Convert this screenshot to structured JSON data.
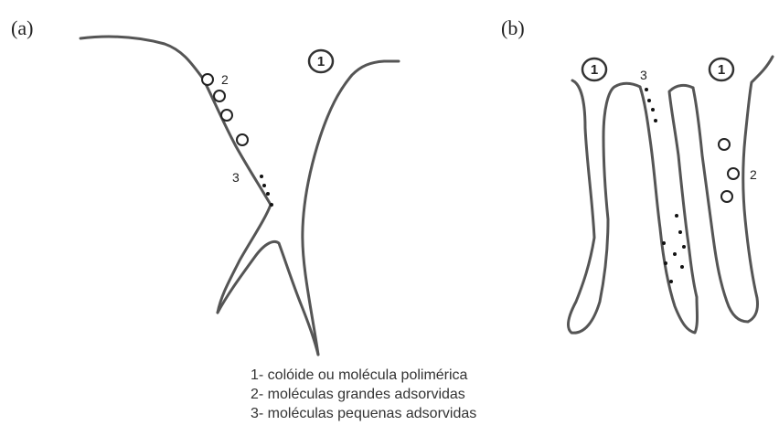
{
  "panels": {
    "a_label": "(a)",
    "b_label": "(b)"
  },
  "markers": {
    "one": "1",
    "two": "2",
    "three": "3"
  },
  "legend": [
    "1- colóide ou molécula polimérica",
    "2- moléculas grandes adsorvidas",
    "3- moléculas pequenas adsorvidas"
  ]
}
